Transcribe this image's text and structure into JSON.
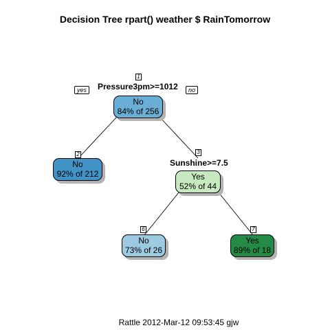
{
  "title": "Decision Tree rpart() weather $ RainTomorrow",
  "footer": "Rattle 2012-Mar-12 09:53:45 gjw",
  "branch_labels": {
    "left": "yes",
    "right": "no"
  },
  "nodes": [
    {
      "id": "1",
      "label": "No",
      "stats": "84% of 256",
      "split": "Pressure3pm>=1012",
      "fill": "#6aaed6"
    },
    {
      "id": "2",
      "label": "No",
      "stats": "92% of 212",
      "split": "",
      "fill": "#4292c6"
    },
    {
      "id": "3",
      "label": "Yes",
      "stats": "52% of 44",
      "split": "Sunshine>=7.5",
      "fill": "#c7e9c0"
    },
    {
      "id": "6",
      "label": "No",
      "stats": "73% of 26",
      "split": "",
      "fill": "#9ecae1"
    },
    {
      "id": "7",
      "label": "Yes",
      "stats": "89% of 18",
      "split": "",
      "fill": "#238b45"
    }
  ]
}
